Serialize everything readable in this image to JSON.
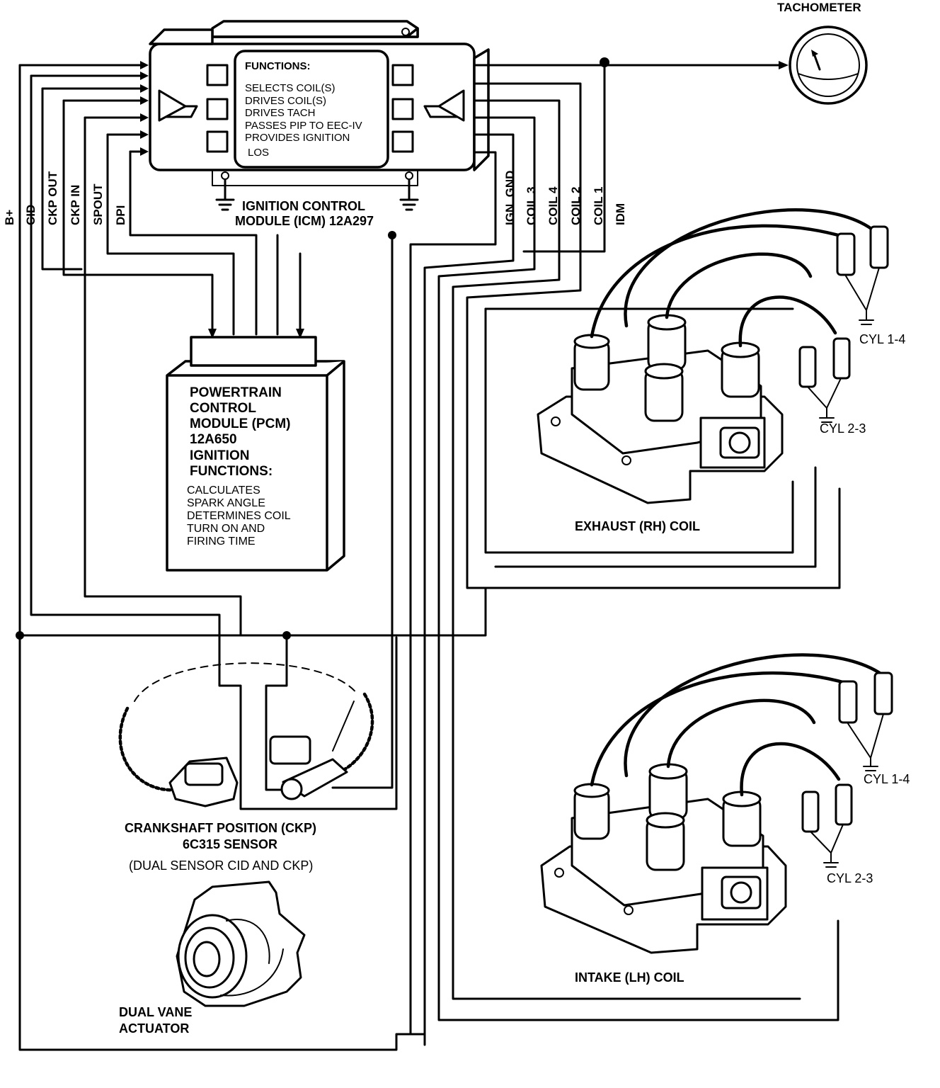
{
  "icm": {
    "functions_title": "FUNCTIONS:",
    "functions": [
      "SELECTS COIL(S)",
      "DRIVES COIL(S)",
      "DRIVES TACH",
      "PASSES PIP TO EEC-IV",
      "PROVIDES IGNITION",
      "LOS"
    ],
    "label_line1": "IGNITION CONTROL",
    "label_line2": "MODULE (ICM) 12A297"
  },
  "tachometer": {
    "label": "TACHOMETER"
  },
  "left_wires": [
    "B+",
    "CID",
    "CKP OUT",
    "CKP IN",
    "SPOUT",
    "DPI"
  ],
  "right_wires": [
    "IGN. GND.",
    "COIL 3",
    "COIL 4",
    "COIL 2",
    "COIL 1",
    "IDM"
  ],
  "pcm": {
    "title": [
      "POWERTRAIN",
      "CONTROL",
      "MODULE (PCM)",
      "12A650",
      "IGNITION",
      "FUNCTIONS:"
    ],
    "functions": [
      "CALCULATES",
      "SPARK ANGLE",
      "DETERMINES COIL",
      "TURN ON AND",
      "FIRING TIME"
    ]
  },
  "exhaust_coil": {
    "label": "EXHAUST (RH) COIL",
    "cyl_a": "CYL 1-4",
    "cyl_b": "CYL 2-3"
  },
  "intake_coil": {
    "label": "INTAKE (LH) COIL",
    "cyl_a": "CYL 1-4",
    "cyl_b": "CYL 2-3"
  },
  "ckp": {
    "line1": "CRANKSHAFT POSITION (CKP)",
    "line2": "6C315 SENSOR",
    "line3": "(DUAL SENSOR CID AND CKP)"
  },
  "actuator": {
    "line1": "DUAL VANE",
    "line2": "ACTUATOR"
  },
  "colors": {
    "ink": "#000000",
    "paper": "#ffffff"
  }
}
